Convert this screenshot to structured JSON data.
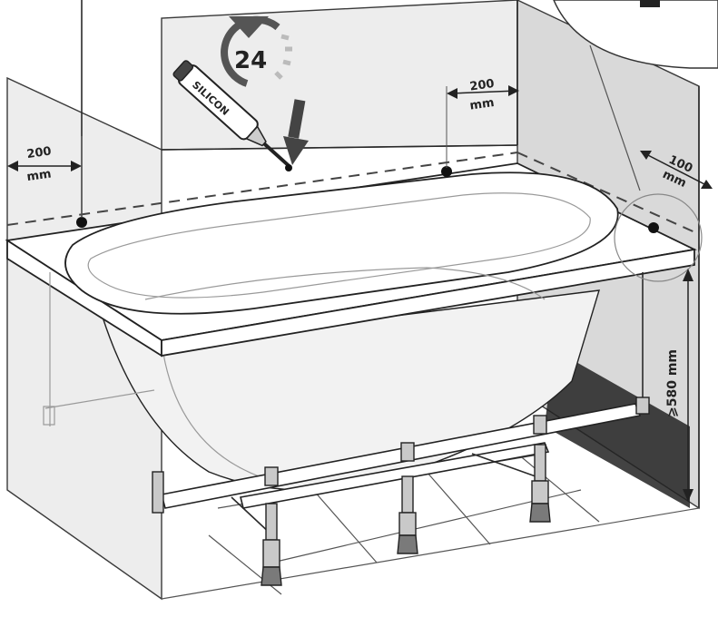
{
  "dimensions": {
    "left_wall_gap": {
      "value": "200",
      "unit": "mm"
    },
    "back_wall_gap": {
      "value": "200",
      "unit": "mm"
    },
    "corner_gap": {
      "value": "100",
      "unit": "mm"
    },
    "min_height": "⩾580 mm"
  },
  "cure_time": {
    "value": "24",
    "icon": "clock-arrow-icon"
  },
  "sealant": {
    "label": "SILICON",
    "icon": "silicone-tube-icon"
  },
  "colors": {
    "line": "#2a2a2a",
    "wall": "#ededed",
    "wall_shade": "#d9d9d9",
    "mark": "#111111"
  }
}
